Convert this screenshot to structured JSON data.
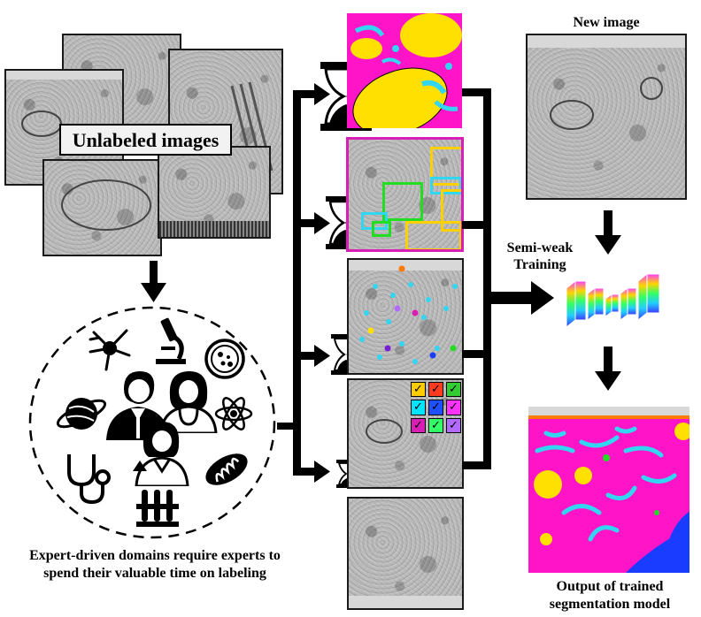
{
  "left": {
    "stack_label": "Unlabeled images",
    "caption_line1": "Expert-driven domains require experts to",
    "caption_line2": "spend their valuable time on labeling",
    "expert_icons": [
      "neuron-icon",
      "microscope-icon",
      "petri-dish-icon",
      "planet-icon",
      "atom-icon",
      "stethoscope-icon",
      "mitochondria-icon",
      "test-tubes-icon",
      "scientist-man-icon",
      "doctor-woman-icon",
      "chemist-woman-icon"
    ]
  },
  "middle": {
    "annotation_types": [
      "dense-segmentation",
      "bounding-boxes",
      "points",
      "image-level-checkboxes",
      "no-label"
    ],
    "checkbox_colors": [
      "#ffcc00",
      "#ff3b1f",
      "#33cc33",
      "#00e5ff",
      "#1e50ff",
      "#ff33ff",
      "#7a1fd6",
      "#33ff66",
      "#b36bff"
    ]
  },
  "right": {
    "new_image_label": "New image",
    "training_line1": "Semi-weak",
    "training_line2": "Training",
    "output_line1": "Output of trained",
    "output_line2": "segmentation model"
  },
  "colors": {
    "magenta": "#ff14c8",
    "yellow": "#ffe000",
    "cyan": "#33d6f0",
    "green": "#22dd22",
    "blue": "#1a3cff",
    "orange": "#ff7a00"
  }
}
